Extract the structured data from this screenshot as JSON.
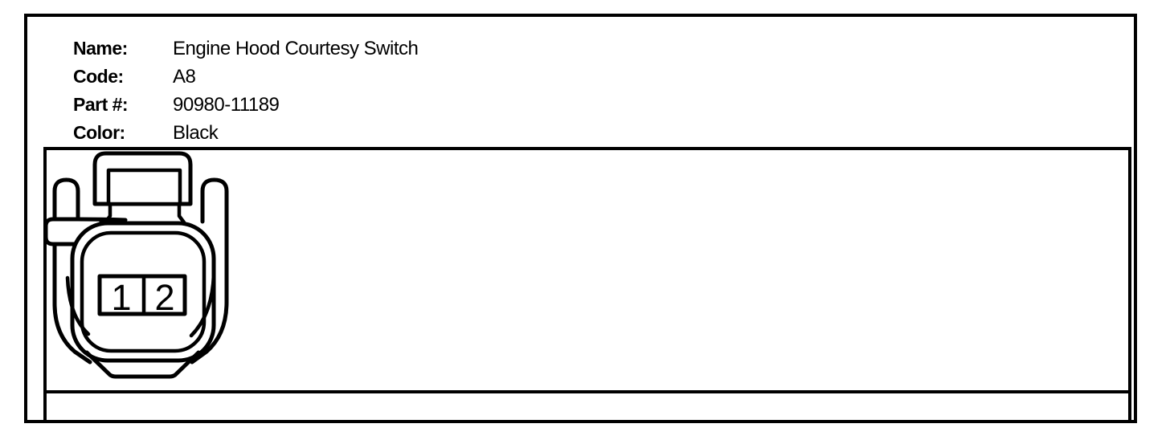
{
  "page": {
    "background_color": "#ffffff",
    "ink_color": "#000000"
  },
  "header": {
    "fields": [
      {
        "label": "Name:",
        "value": "Engine Hood Courtesy Switch"
      },
      {
        "label": "Code:",
        "value": "A8"
      },
      {
        "label": "Part #:",
        "value": "90980-11189"
      },
      {
        "label": "Color:",
        "value": "Black"
      }
    ]
  },
  "connector": {
    "description": "2-pin connector face view drawing",
    "pins": [
      {
        "number": "1"
      },
      {
        "number": "2"
      }
    ]
  }
}
